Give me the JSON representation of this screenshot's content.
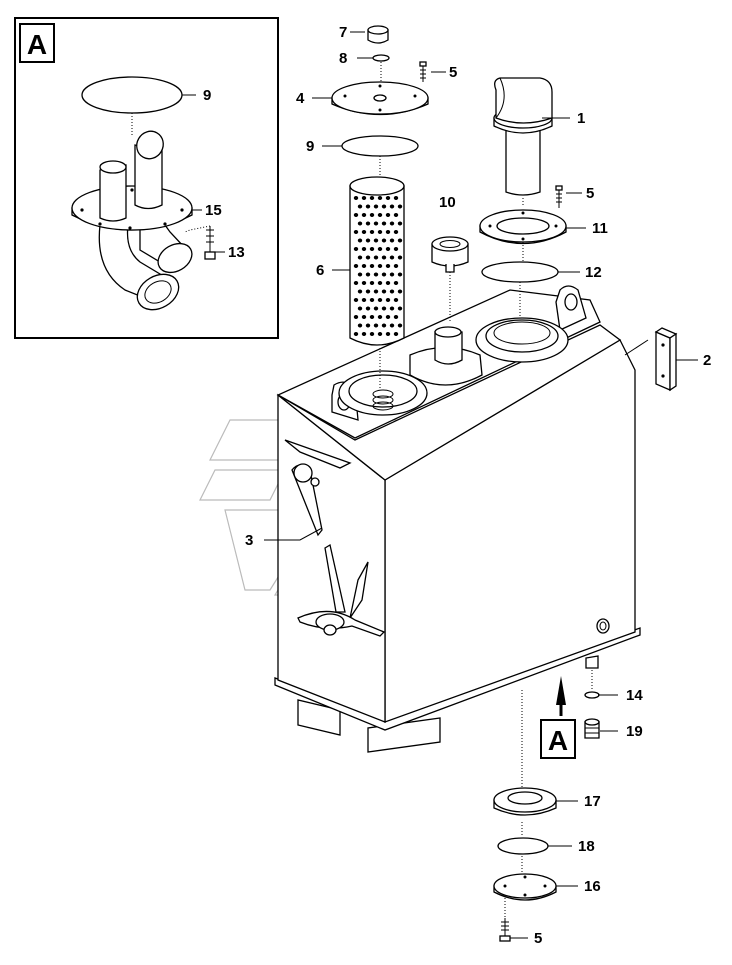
{
  "diagram": {
    "detail_view": {
      "letter": "A",
      "callout_letter": "A"
    },
    "parts": [
      {
        "id": "p1",
        "label": "1"
      },
      {
        "id": "p2",
        "label": "2"
      },
      {
        "id": "p3",
        "label": "3"
      },
      {
        "id": "p4",
        "label": "4"
      },
      {
        "id": "p5a",
        "label": "5"
      },
      {
        "id": "p5b",
        "label": "5"
      },
      {
        "id": "p5c",
        "label": "5"
      },
      {
        "id": "p6",
        "label": "6"
      },
      {
        "id": "p7",
        "label": "7"
      },
      {
        "id": "p8",
        "label": "8"
      },
      {
        "id": "p9a",
        "label": "9"
      },
      {
        "id": "p9b",
        "label": "9"
      },
      {
        "id": "p10",
        "label": "10"
      },
      {
        "id": "p11",
        "label": "11"
      },
      {
        "id": "p12",
        "label": "12"
      },
      {
        "id": "p13",
        "label": "13"
      },
      {
        "id": "p14",
        "label": "14"
      },
      {
        "id": "p15",
        "label": "15"
      },
      {
        "id": "p16",
        "label": "16"
      },
      {
        "id": "p17",
        "label": "17"
      },
      {
        "id": "p18",
        "label": "18"
      },
      {
        "id": "p19",
        "label": "19"
      }
    ]
  }
}
